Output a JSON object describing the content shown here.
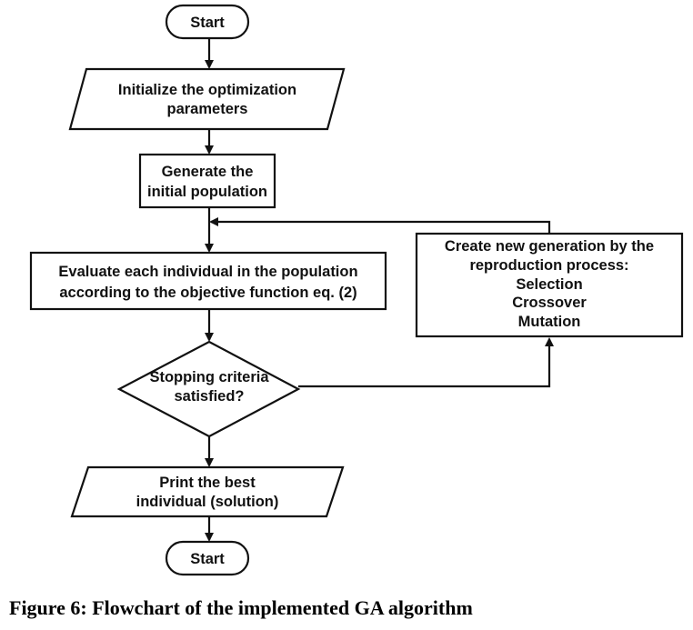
{
  "flowchart": {
    "start": "Start",
    "init": [
      "Initialize the optimization",
      "parameters"
    ],
    "generate": [
      "Generate the",
      "initial population"
    ],
    "evaluate": [
      "Evaluate each individual in the population",
      "according to the objective function eq. (2)"
    ],
    "decision": [
      "Stopping criteria",
      "satisfied?"
    ],
    "reproduce": [
      "Create new generation by the",
      "reproduction process:",
      "Selection",
      "Crossover",
      "Mutation"
    ],
    "print": [
      "Print the best",
      "individual (solution)"
    ],
    "end": "Start"
  },
  "caption": "Figure 6: Flowchart of the implemented GA algorithm"
}
